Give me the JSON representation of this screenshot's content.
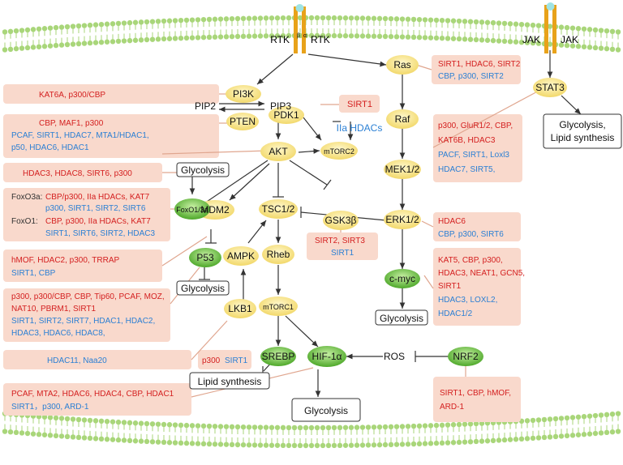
{
  "receptors": {
    "rtk_left": "RTK",
    "rtk_right": "RTK",
    "rtk_alpha": "α",
    "rtk_beta": "β",
    "jak_left": "JAK",
    "jak_right": "JAK"
  },
  "nodes": {
    "pi3k": "PI3K",
    "pip2": "PIP2",
    "pip3": "PIP3",
    "pten": "PTEN",
    "pdk1": "PDK1",
    "iia_hdacs": "IIa HDACs",
    "mtorc2": "mTORC2",
    "akt": "AKT",
    "foxo": "FoxO1/3a",
    "mdm2": "MDM2",
    "tsc": "TSC1/2",
    "gsk3b": "GSK3β",
    "p53": "P53",
    "ampk": "AMPK",
    "rheb": "Rheb",
    "lkb1": "LKB1",
    "mtorc1": "mTORC1",
    "srebp": "SREBP",
    "hif1a": "HIF-1α",
    "ros": "ROS",
    "nrf2": "NRF2",
    "ras": "Ras",
    "raf": "Raf",
    "mek": "MEK1/2",
    "erk": "ERK1/2",
    "cmyc": "c-myc",
    "stat3": "STAT3"
  },
  "outputs": {
    "glyc_akt": "Glycolysis",
    "glyc_p53": "Glycolysis",
    "glyc_cmyc": "Glycolysis",
    "glyc_hif": "Glycolysis",
    "lipid_srebp": "Lipid synthesis",
    "stat3_line1": "Glycolysis,",
    "stat3_line2": "Lipid synthesis"
  },
  "regulators": {
    "pi3k": "KAT6A, p300/CBP",
    "pten_red": "CBP, MAF1, p300",
    "pten_blue1": "PCAF, SIRT1, HDAC7, MTA1/HDAC1,",
    "pten_blue2": "p50, HDAC6, HDAC1",
    "pdk1": "SIRT1",
    "akt": "HDAC3, HDAC8, SIRT6, p300",
    "foxo3a_label": "FoxO3a:",
    "foxo3a_red": "CBP/p300, IIa HDACs, KAT7",
    "foxo3a_blue": "p300, SIRT1, SIRT2, SIRT6",
    "foxo1_label": "FoxO1:",
    "foxo1_red": "CBP, p300, IIa HDACs, KAT7",
    "foxo1_blue": "SIRT1, SIRT6, SIRT2, HDAC3",
    "p53_red": "hMOF, HDAC2, p300, TRRAP",
    "p53_blue": "SIRT1, CBP",
    "p53b_red1": "p300, p300/CBP, CBP, Tip60, PCAF, MOZ,",
    "p53b_red2": "NAT10, PBRM1, SIRT1",
    "p53b_blue1": "SIRT1, SIRT2, SIRT7, HDAC1, HDAC2,",
    "p53b_blue2": "HDAC3, HDAC6, HDAC8,",
    "lkb1": "HDAC11, Naa20",
    "srebp_red": "p300",
    "srebp_blue": "SIRT1",
    "hif_red": "PCAF, MTA2, HDAC6, HDAC4, CBP, HDAC1",
    "hif_blue": "SIRT1，p300, ARD-1",
    "gsk_red": "SIRT2, SIRT3",
    "gsk_blue": "SIRT1",
    "ras_red": "SIRT1, HDAC6, SIRT2",
    "ras_blue": "CBP, p300, SIRT2",
    "stat3_red1": "p300, GluR1/2, CBP,",
    "stat3_red2": "KAT6B, HDAC3",
    "stat3_blue1": "PACF,  SIRT1, Loxl3",
    "stat3_blue2": "HDAC7, SIRT5,",
    "erk_red": "HDAC6",
    "erk_blue": "CBP, p300, SIRT6",
    "cmyc_red1": "KAT5, CBP, p300,",
    "cmyc_red2": "HDAC3, NEAT1, GCN5,",
    "cmyc_red3": "SIRT1",
    "cmyc_blue1": "HDAC3, LOXL2,",
    "cmyc_blue2": "HDAC1/2",
    "nrf2_red1": "SIRT1, CBP, hMOF,",
    "nrf2_red2": "ARD-1"
  },
  "colors": {
    "red_text": "#d42020",
    "blue_text": "#2a7fd4",
    "box_fill": "#f9d9cc",
    "yellow_node": "#f7e79a",
    "green_node": "#6cbf3e",
    "membrane": "#a9d67a",
    "line": "#333333"
  }
}
